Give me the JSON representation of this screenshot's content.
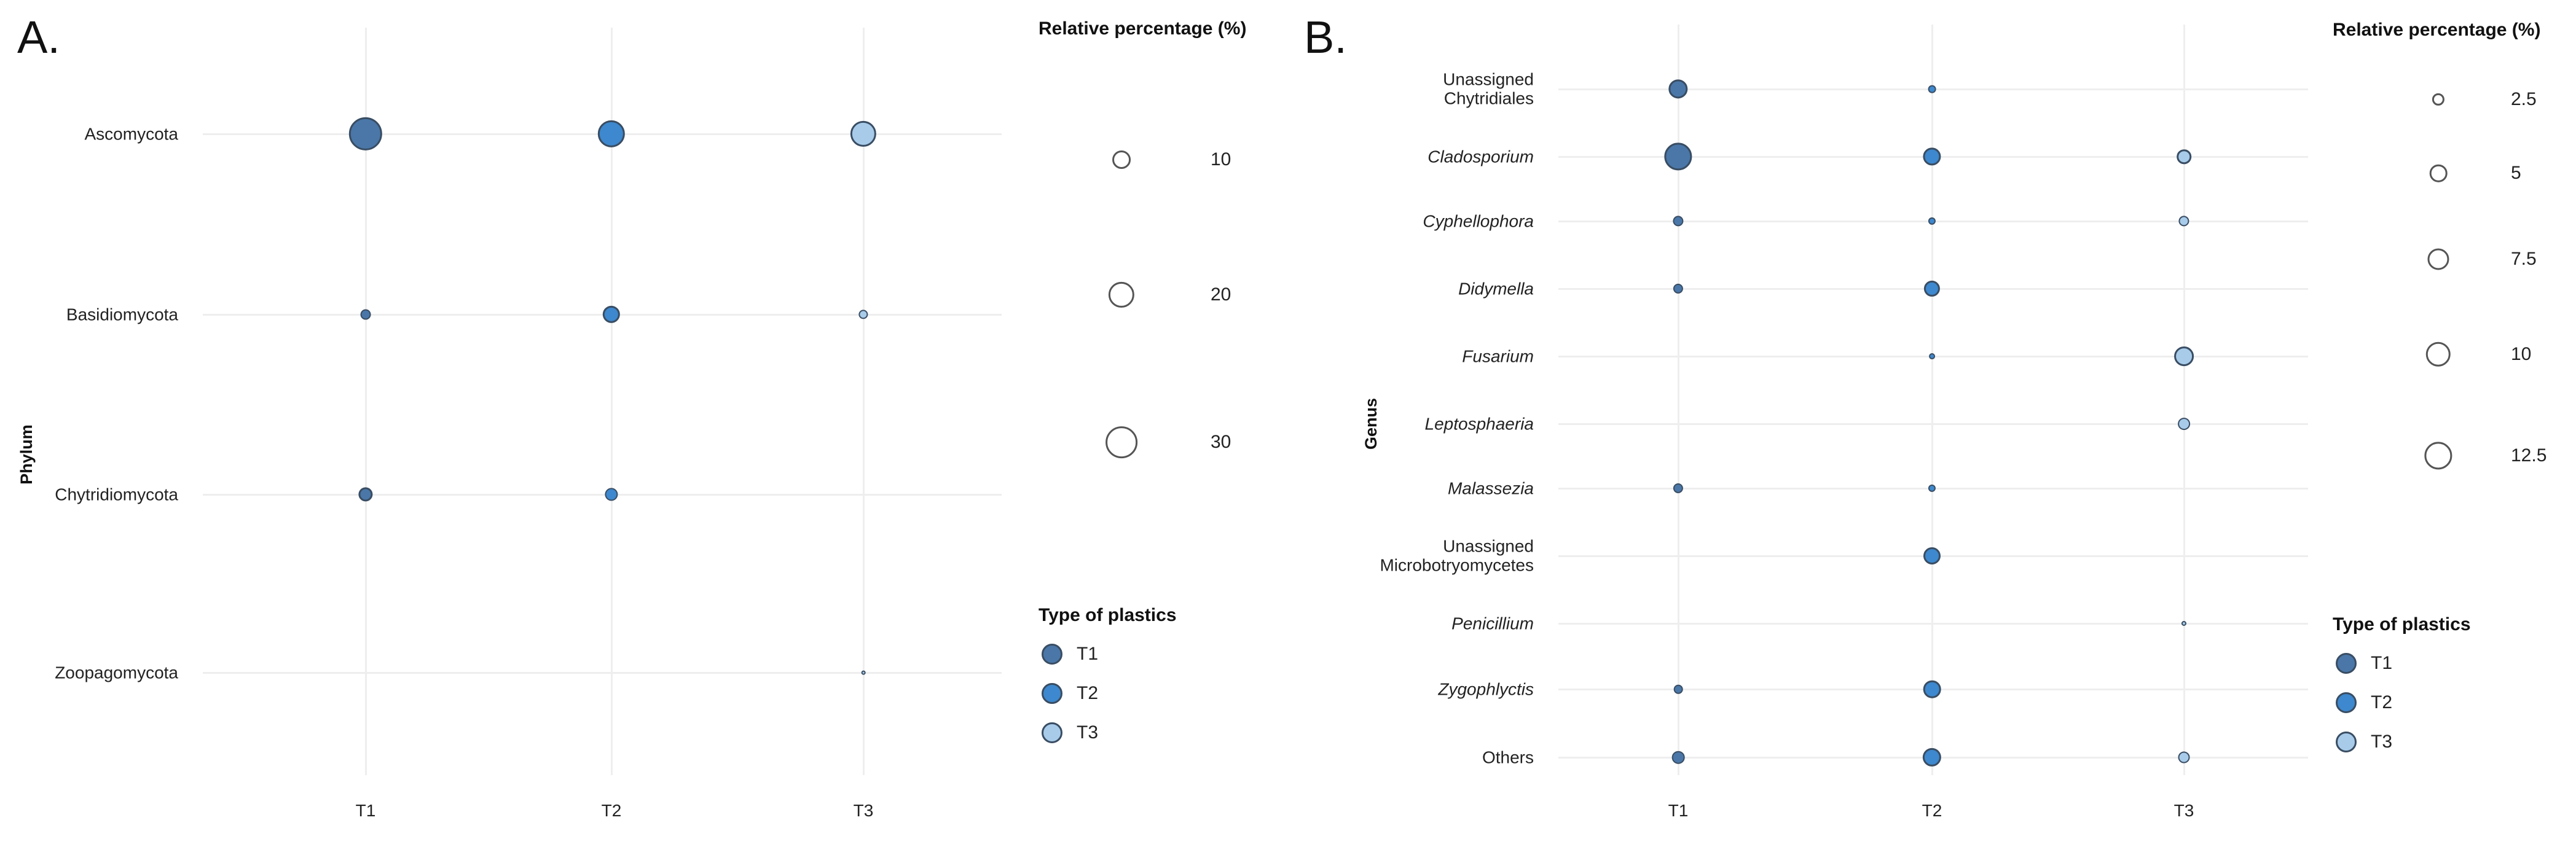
{
  "figure": {
    "background": "#ffffff"
  },
  "colors": {
    "T1": "#4a77a8",
    "T2": "#3d88ce",
    "T3": "#a8cbea",
    "bubble_stroke": "#394d63",
    "gridline": "#eeeeee",
    "size_key_stroke": "#555555"
  },
  "panels": [
    {
      "id": "A",
      "letter": "A.",
      "axis_titles": {
        "y": "Phylum",
        "x": ""
      },
      "size_legend_title": "Relative percentage (%)",
      "color_legend_title": "Type of plastics",
      "size_legend_values": [
        "10",
        "20",
        "30"
      ],
      "color_legend_items": [
        {
          "label": "T1",
          "color": "#4a77a8"
        },
        {
          "label": "T2",
          "color": "#3d88ce"
        },
        {
          "label": "T3",
          "color": "#a8cbea"
        }
      ],
      "x_ticks": [
        "T1",
        "T2",
        "T3"
      ],
      "y_ticks": [
        "Ascomycota",
        "Basidiomycota",
        "Chytridiomycota",
        "Zoopagomycota"
      ]
    },
    {
      "id": "B",
      "letter": "B.",
      "axis_titles": {
        "y": "Genus",
        "x": ""
      },
      "size_legend_title": "Relative percentage (%)",
      "color_legend_title": "Type of plastics",
      "size_legend_values": [
        "2.5",
        "5",
        "7.5",
        "10",
        "12.5"
      ],
      "color_legend_items": [
        {
          "label": "T1",
          "color": "#4a77a8"
        },
        {
          "label": "T2",
          "color": "#3d88ce"
        },
        {
          "label": "T3",
          "color": "#a8cbea"
        }
      ],
      "x_ticks": [
        "T1",
        "T2",
        "T3"
      ],
      "y_ticks": [
        "Unassigned\nChytridiales",
        "Cladosporium",
        "Cyphellophora",
        "Didymella",
        "Fusarium",
        "Leptosphaeria",
        "Malassezia",
        "Unassigned\nMicrobotryomycetes",
        "Penicillium",
        "Zygophlyctis",
        "Others"
      ],
      "y_ticks_italic": [
        false,
        true,
        true,
        true,
        true,
        true,
        true,
        false,
        true,
        true,
        false
      ]
    }
  ],
  "chart_data": [
    {
      "type": "scatter",
      "title": "A.",
      "xlabel": "",
      "ylabel": "Phylum",
      "legend_position": "right",
      "grid": true,
      "size_legend_title": "Relative percentage (%)",
      "size_legend_values": [
        10,
        20,
        30
      ],
      "color_legend_title": "Type of plastics",
      "categories_x": [
        "T1",
        "T2",
        "T3"
      ],
      "categories_y": [
        "Ascomycota",
        "Basidiomycota",
        "Chytridiomycota",
        "Zoopagomycota"
      ],
      "series": [
        {
          "name": "T1",
          "color": "#4a77a8",
          "points": [
            {
              "y": "Ascomycota",
              "value": 33.0
            },
            {
              "y": "Basidiomycota",
              "value": 3.2
            },
            {
              "y": "Chytridiomycota",
              "value": 6.0
            },
            {
              "y": "Zoopagomycota",
              "value": 0
            }
          ]
        },
        {
          "name": "T2",
          "color": "#3d88ce",
          "points": [
            {
              "y": "Ascomycota",
              "value": 22.0
            },
            {
              "y": "Basidiomycota",
              "value": 9.0
            },
            {
              "y": "Chytridiomycota",
              "value": 5.0
            },
            {
              "y": "Zoopagomycota",
              "value": 0
            }
          ]
        },
        {
          "name": "T3",
          "color": "#a8cbea",
          "points": [
            {
              "y": "Ascomycota",
              "value": 20.0
            },
            {
              "y": "Basidiomycota",
              "value": 2.6
            },
            {
              "y": "Chytridiomycota",
              "value": 0
            },
            {
              "y": "Zoopagomycota",
              "value": 0.5
            }
          ]
        }
      ]
    },
    {
      "type": "scatter",
      "title": "B.",
      "xlabel": "",
      "ylabel": "Genus",
      "legend_position": "right",
      "grid": true,
      "size_legend_title": "Relative percentage (%)",
      "size_legend_values": [
        2.5,
        5,
        7.5,
        10,
        12.5
      ],
      "color_legend_title": "Type of plastics",
      "categories_x": [
        "T1",
        "T2",
        "T3"
      ],
      "categories_y": [
        "Unassigned Chytridiales",
        "Cladosporium",
        "Cyphellophora",
        "Didymella",
        "Fusarium",
        "Leptosphaeria",
        "Malassezia",
        "Unassigned Microbotryomycetes",
        "Penicillium",
        "Zygophlyctis",
        "Others"
      ],
      "series": [
        {
          "name": "T1",
          "color": "#4a77a8",
          "points": [
            {
              "y": "Unassigned Chytridiales",
              "value": 6.0
            },
            {
              "y": "Cladosporium",
              "value": 12.5
            },
            {
              "y": "Cyphellophora",
              "value": 1.8
            },
            {
              "y": "Didymella",
              "value": 1.6
            },
            {
              "y": "Fusarium",
              "value": 0
            },
            {
              "y": "Leptosphaeria",
              "value": 0
            },
            {
              "y": "Malassezia",
              "value": 1.6
            },
            {
              "y": "Unassigned Microbotryomycetes",
              "value": 0
            },
            {
              "y": "Penicillium",
              "value": 0
            },
            {
              "y": "Zygophlyctis",
              "value": 1.3
            },
            {
              "y": "Others",
              "value": 2.6
            }
          ]
        },
        {
          "name": "T2",
          "color": "#3d88ce",
          "points": [
            {
              "y": "Unassigned Chytridiales",
              "value": 1.0
            },
            {
              "y": "Cladosporium",
              "value": 5.2
            },
            {
              "y": "Cyphellophora",
              "value": 0.9
            },
            {
              "y": "Didymella",
              "value": 4.2
            },
            {
              "y": "Fusarium",
              "value": 0.6
            },
            {
              "y": "Leptosphaeria",
              "value": 0
            },
            {
              "y": "Malassezia",
              "value": 0.9
            },
            {
              "y": "Unassigned Microbotryomycetes",
              "value": 4.8
            },
            {
              "y": "Penicillium",
              "value": 0
            },
            {
              "y": "Zygophlyctis",
              "value": 5.0
            },
            {
              "y": "Others",
              "value": 5.6
            }
          ]
        },
        {
          "name": "T3",
          "color": "#a8cbea",
          "points": [
            {
              "y": "Unassigned Chytridiales",
              "value": 0
            },
            {
              "y": "Cladosporium",
              "value": 3.4
            },
            {
              "y": "Cyphellophora",
              "value": 1.8
            },
            {
              "y": "Didymella",
              "value": 0
            },
            {
              "y": "Fusarium",
              "value": 6.2
            },
            {
              "y": "Leptosphaeria",
              "value": 2.4
            },
            {
              "y": "Malassezia",
              "value": 0
            },
            {
              "y": "Unassigned Microbotryomycetes",
              "value": 0
            },
            {
              "y": "Penicillium",
              "value": 0.4
            },
            {
              "y": "Zygophlyctis",
              "value": 0
            },
            {
              "y": "Others",
              "value": 2.2
            }
          ]
        }
      ]
    }
  ]
}
